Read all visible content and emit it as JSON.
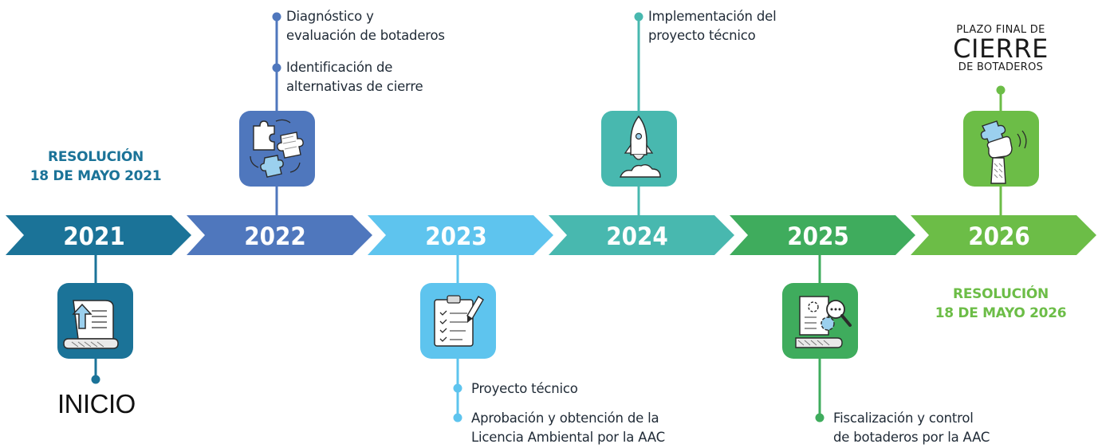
{
  "timeline": {
    "years": [
      "2021",
      "2022",
      "2023",
      "2024",
      "2025",
      "2026"
    ],
    "colors": [
      "#1b7398",
      "#4f77bd",
      "#5ec4ee",
      "#48b8af",
      "#3fac5d",
      "#6cbd47"
    ]
  },
  "resolution_start": {
    "line1": "RESOLUCIÓN",
    "line2": "18 DE MAYO 2021",
    "color": "#1b7398"
  },
  "resolution_end": {
    "line1": "RESOLUCIÓN",
    "line2": "18 DE MAYO 2026",
    "color": "#6cbd47"
  },
  "inicio": "INICIO",
  "deadline": {
    "line1": "PLAZO FINAL DE",
    "line2": "CIERRE",
    "line3": "DE BOTADEROS"
  },
  "milestones": {
    "m2022a": {
      "line1": "Diagnóstico y",
      "line2": "evaluación de botaderos"
    },
    "m2022b": {
      "line1": "Identificación de",
      "line2": "alternativas de cierre"
    },
    "m2023a": {
      "line1": "Proyecto técnico"
    },
    "m2023b": {
      "line1": "Aprobación y obtención de la",
      "line2": "Licencia Ambiental por la AAC"
    },
    "m2024": {
      "line1": "Implementación del",
      "line2": "proyecto técnico"
    },
    "m2025": {
      "line1": "Fiscalización y control",
      "line2": "de botaderos por la AAC"
    }
  },
  "icons": [
    "document-upload-icon",
    "puzzle-pieces-icon",
    "checklist-icon",
    "rocket-icon",
    "document-search-gear-icon",
    "hand-puzzle-icon"
  ]
}
